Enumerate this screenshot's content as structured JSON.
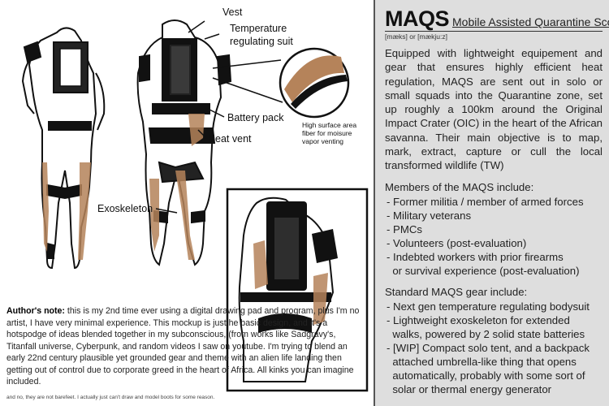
{
  "panel": {
    "title": "MAQS",
    "subtitle": "Mobile Assisted Quarantine Scout",
    "pronunciation": "[mæks] or [mækju:z]",
    "description": "Equipped with lightweight equipement and gear that ensures highly efficient heat regulation, MAQS are sent out in solo or small squads into the Quarantine zone, set up roughly a 100km around the Original Impact Crater (OIC) in the heart of the African savanna. Their main objective is to map, mark, extract, capture or cull the local transformed wildlife (TW)",
    "members_heading": "Members of the MAQS include:",
    "members": [
      "- Former militia / member of armed forces",
      "- Military veterans",
      "- PMCs",
      "- Volunteers (post-evaluation)",
      "- Indebted workers with prior firearms",
      "  or survival experience (post-evaluation)"
    ],
    "gear_heading": "Standard MAQS gear include:",
    "gear": [
      "- Next gen temperature regulating bodysuit",
      "- Lightweight exoskeleton for extended",
      "  walks, powered by 2 solid state batteries",
      "- [WIP] Compact solo tent, and a backpack",
      "  attached umbrella-like thing that opens",
      "  automatically, probably with some sort of",
      "  solar or thermal energy generator"
    ]
  },
  "labels": {
    "vest": "Vest",
    "temp_suit_line1": "Temperature",
    "temp_suit_line2": "regulating suit",
    "battery": "Battery pack",
    "heat_vent": "Heat vent",
    "fiber_line1": "High surface area",
    "fiber_line2": "fiber for moisure",
    "fiber_line3": "vapor venting",
    "exoskeleton": "Exoskeleton"
  },
  "note": {
    "prefix": "Author's note:",
    "text": " this is my 2nd time ever using a digital drawing pad and program, plus I'm no artist, I have very minimal experience. This mockup is just he basic design, and it's a hotspodge of ideas blended together in my subconscious, (from works like Sadgravy's, Titanfall universe, Cyberpunk, and random videos I saw on youtube. I'm trying to blend an early 22nd century plausible yet grounded gear and theme with an alien life landing then getting out of control due to corporate greed in the heart of Africa. All kinks you can imagine included.",
    "footnote": "and no, they are not barefeet. I actually just can't draw and model boots for some reason."
  },
  "colors": {
    "skin": "#b5835a",
    "suit": "#ffffff",
    "gear": "#111111",
    "panel_bg": "#dedede"
  }
}
